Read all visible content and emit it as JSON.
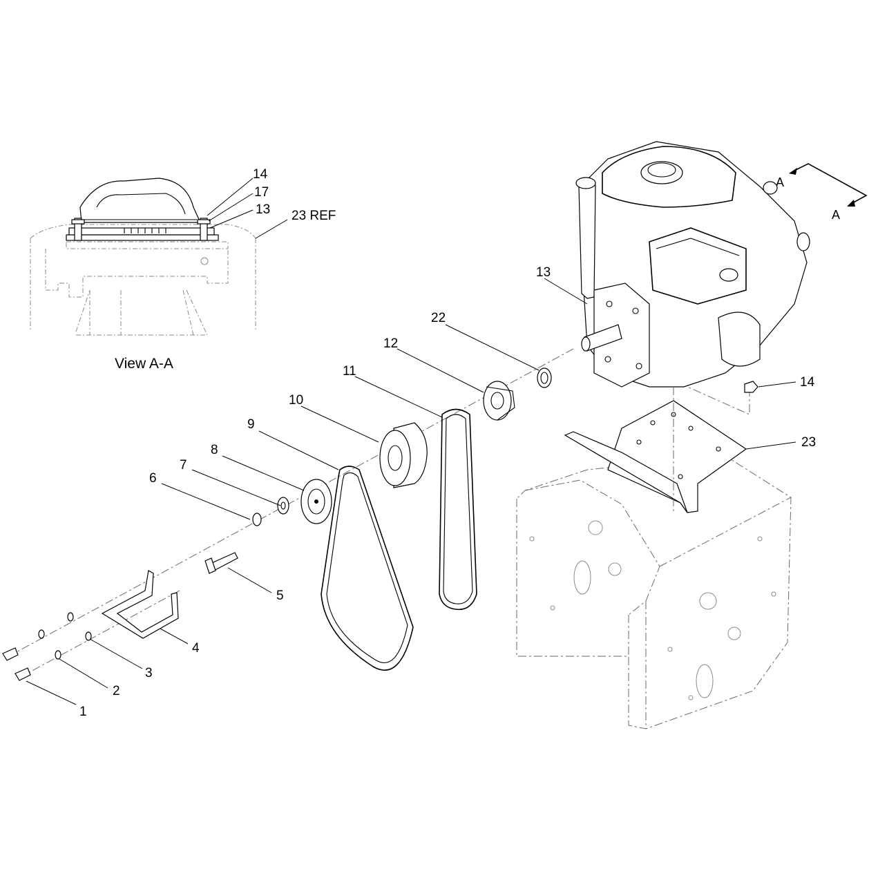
{
  "view": {
    "label": "View A-A",
    "callouts": [
      "14",
      "17",
      "13",
      "23 REF"
    ]
  },
  "section_marker": {
    "letter_top": "A",
    "letter_bottom": "A"
  },
  "callouts": {
    "c1": "1",
    "c2": "2",
    "c3": "3",
    "c4": "4",
    "c5": "5",
    "c6": "6",
    "c7": "7",
    "c8": "8",
    "c9": "9",
    "c10": "10",
    "c11": "11",
    "c12": "12",
    "c13": "13",
    "c14": "14",
    "c22": "22",
    "c23": "23"
  }
}
